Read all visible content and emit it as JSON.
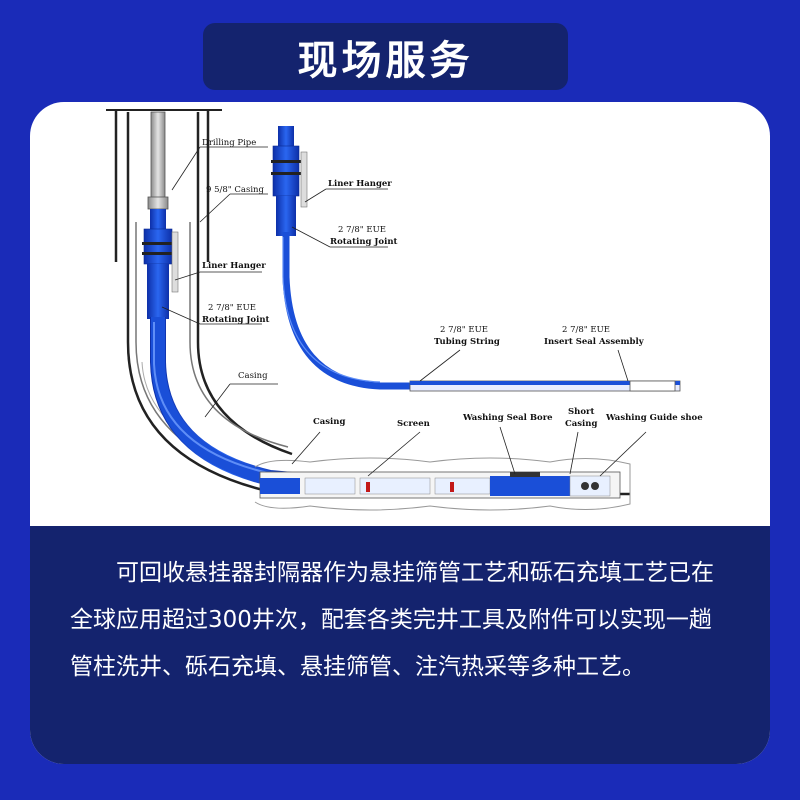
{
  "header": {
    "title": "现场服务"
  },
  "diagram": {
    "labels": {
      "drilling_pipe": "Drilling Pipe",
      "casing_958": "9 5/8\" Casing",
      "liner_hanger_left": "Liner Hanger",
      "eue_left": "2 7/8\" EUE",
      "rotating_joint_left": "Rotating Joint",
      "casing_left": "Casing",
      "liner_hanger_top": "Liner Hanger",
      "eue_top": "2 7/8\" EUE",
      "rotating_joint_top": "Rotating Joint",
      "tubing_eue": "2 7/8\"  EUE",
      "tubing_string": "Tubing String",
      "insert_eue": "2 7/8\"  EUE",
      "insert_seal": "Insert Seal Assembly",
      "casing_bottom": "Casing",
      "screen": "Screen",
      "washing_seal_bore": "Washing Seal Bore",
      "short": "Short",
      "short_casing": "Casing",
      "washing_guide_shoe": "Washing Guide shoe"
    }
  },
  "description": {
    "text": "可回收悬挂器封隔器作为悬挂筛管工艺和砾石充填工艺已在全球应用超过300井次，配套各类完井工具及附件可以实现一趟管柱洗井、砾石充填、悬挂筛管、注汽热采等多种工艺。"
  },
  "colors": {
    "background": "#1a2bb8",
    "title_box": "#14236e",
    "tool_blue": "#1a4fd8",
    "card": "#ffffff"
  }
}
